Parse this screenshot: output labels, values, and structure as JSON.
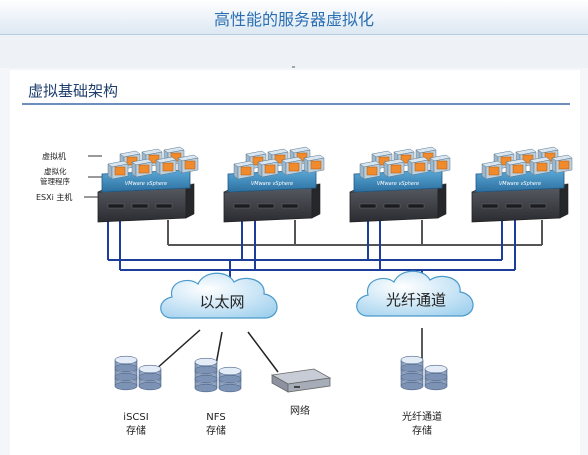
{
  "header": {
    "title": "高性能的服务器虚拟化"
  },
  "section": {
    "title": "虚拟基础架构"
  },
  "legend": {
    "vm": "虚拟机",
    "hypervisor_line1": "虚拟化",
    "hypervisor_line2": "管理程序",
    "esxi_host": "ESXi 主机"
  },
  "server_band_text": "VMware vSphere",
  "clouds": {
    "ethernet": "以太网",
    "fibre": "光纤通道"
  },
  "storage": {
    "iscsi": [
      "iSCSI",
      "存储"
    ],
    "nfs": [
      "NFS",
      "存储"
    ],
    "network": "网络",
    "fc": [
      "光纤通道",
      "存储"
    ]
  },
  "colors": {
    "accent": "#2b6fb3",
    "vm_orange": "#f08a2a",
    "band_blue": "#3d8ec4",
    "host_dark": "#3c3f45",
    "link_blue": "#1d3d9a"
  }
}
